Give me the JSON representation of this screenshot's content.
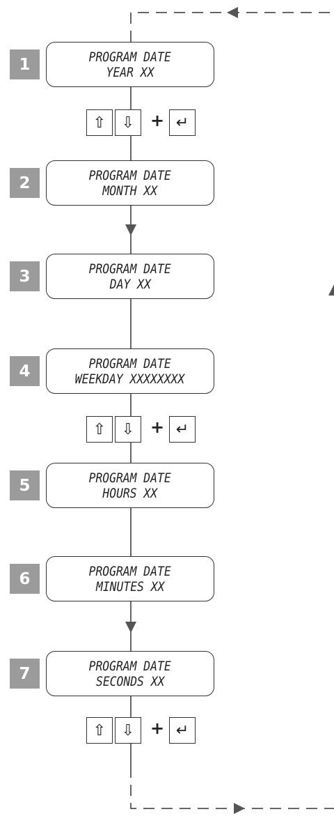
{
  "steps": [
    {
      "number": "1",
      "line1": "PROGRAM DATE",
      "line2": "YEAR XX"
    },
    {
      "number": "2",
      "line1": "PROGRAM DATE",
      "line2": "MONTH XX"
    },
    {
      "number": "3",
      "line1": "PROGRAM DATE",
      "line2": "DAY XX"
    },
    {
      "number": "4",
      "line1": "PROGRAM DATE",
      "line2": "WEEKDAY XXXXXXXX"
    },
    {
      "number": "5",
      "line1": "PROGRAM DATE",
      "line2": "HOURS XX"
    },
    {
      "number": "6",
      "line1": "PROGRAM DATE",
      "line2": "MINUTES XX"
    },
    {
      "number": "7",
      "line1": "PROGRAM DATE",
      "line2": "SECONDS XX"
    }
  ],
  "keys": {
    "up_icon": "up-arrow-key-icon",
    "down_icon": "down-arrow-key-icon",
    "plus": "+",
    "enter_icon": "enter-key-icon",
    "up_glyph": "⇧",
    "down_glyph": "⇩",
    "enter_glyph": "↵"
  },
  "colors": {
    "badge": "#9b9b9b",
    "line": "#333333",
    "arrow": "#555555"
  }
}
